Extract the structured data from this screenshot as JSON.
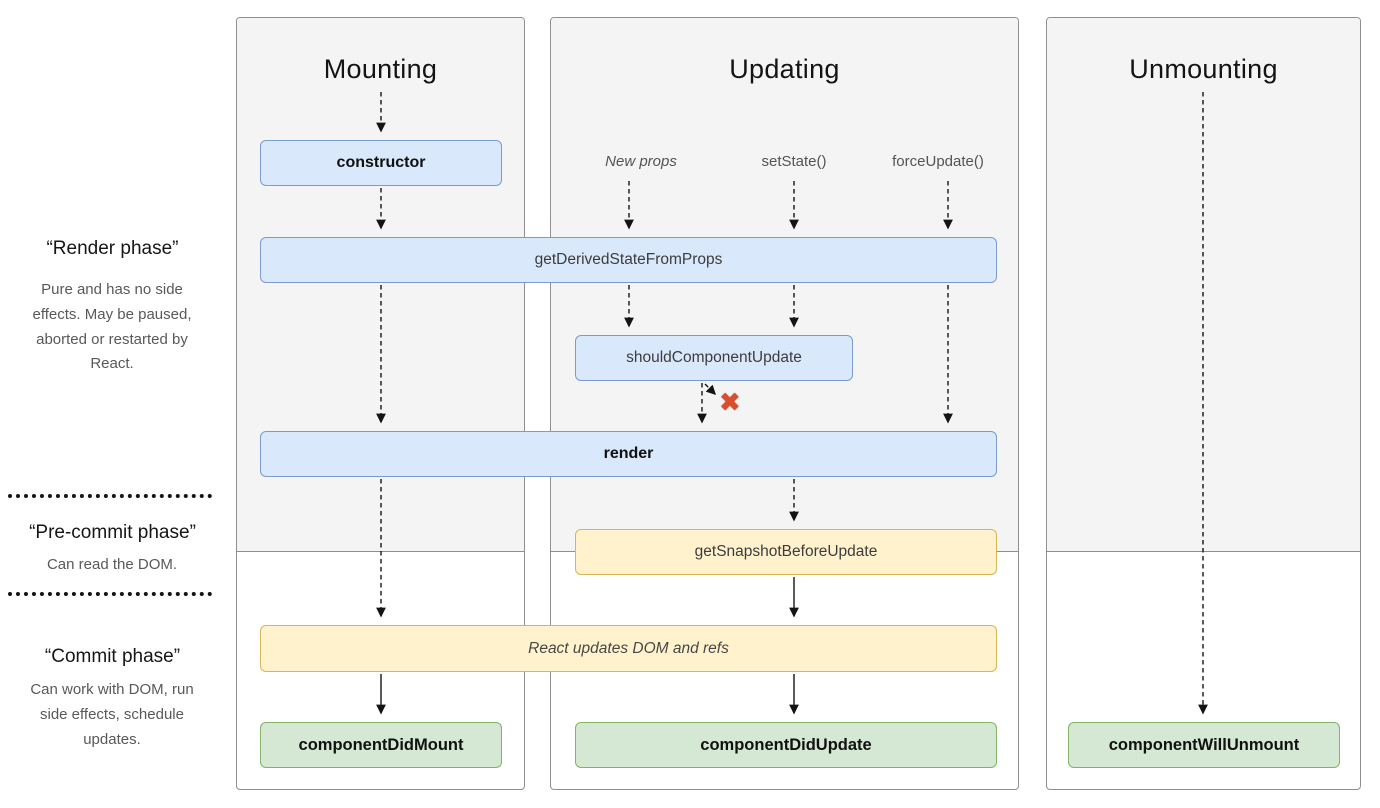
{
  "sidebar": {
    "phases": [
      {
        "title": "“Render phase”",
        "description": "Pure and has no side effects. May be paused, aborted or restarted by React."
      },
      {
        "title": "“Pre-commit phase”",
        "description": "Can read the DOM."
      },
      {
        "title": "“Commit phase”",
        "description": "Can work with DOM, run side effects, schedule updates."
      }
    ]
  },
  "columns": {
    "mounting": {
      "title": "Mounting"
    },
    "updating": {
      "title": "Updating"
    },
    "unmounting": {
      "title": "Unmounting"
    }
  },
  "updating_triggers": [
    "New props",
    "setState()",
    "forceUpdate()"
  ],
  "boxes": {
    "constructor": "constructor",
    "get_derived_state_from_props": "getDerivedStateFromProps",
    "should_component_update": "shouldComponentUpdate",
    "render": "render",
    "get_snapshot_before_update": "getSnapshotBeforeUpdate",
    "react_updates_dom": "React updates DOM and refs",
    "component_did_mount": "componentDidMount",
    "component_did_update": "componentDidUpdate",
    "component_will_unmount": "componentWillUnmount"
  },
  "icons": {
    "update_blocked": "✖"
  },
  "colors": {
    "lifecycle_box_fill": "#dae8fc",
    "lifecycle_box_border": "#7a9cc9",
    "side_effect_fill": "#fff2cc",
    "side_effect_border": "#d6b656",
    "commit_box_fill": "#d5e8d4",
    "commit_box_border": "#82b366",
    "panel_fill": "#f4f4f4",
    "panel_border": "#8f8f8f",
    "blocked_x_color": "#d94f2b"
  }
}
